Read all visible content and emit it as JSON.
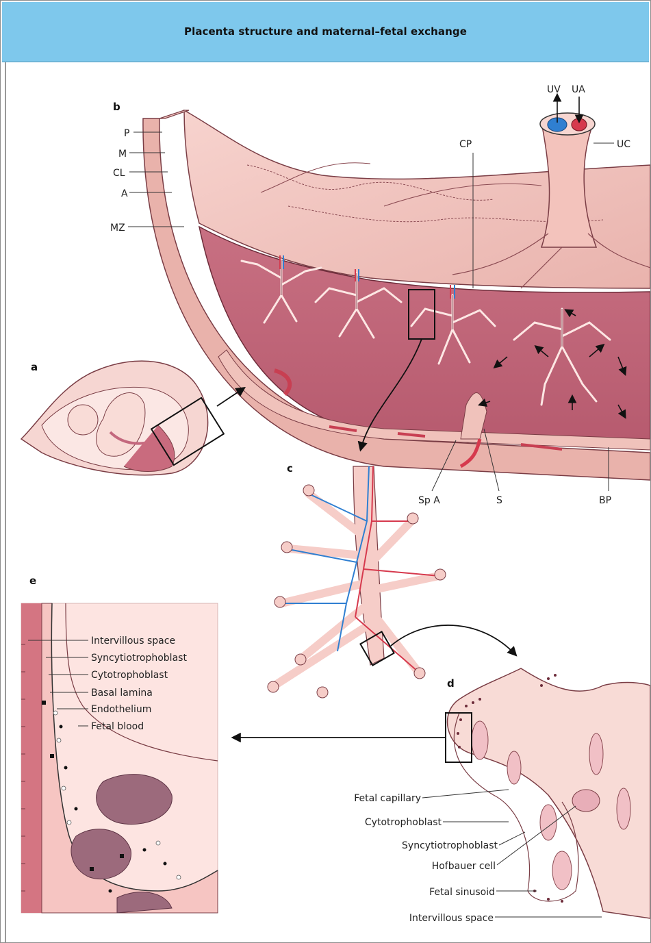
{
  "title": "Placenta structure and maternal–fetal exchange",
  "panels": {
    "a": "a",
    "b": "b",
    "c": "c",
    "d": "d",
    "e": "e"
  },
  "panel_b": {
    "layers": [
      "P",
      "M",
      "CL",
      "A",
      "MZ"
    ],
    "cord": {
      "uv": "UV",
      "ua": "UA",
      "uc": "UC"
    },
    "cp": "CP",
    "bottom": [
      "Sp A",
      "S",
      "BP"
    ]
  },
  "panel_d": [
    "Fetal capillary",
    "Cytotrophoblast",
    "Syncytiotrophoblast",
    "Hofbauer cell",
    "Fetal sinusoid",
    "Intervillous space"
  ],
  "panel_e": [
    "Intervillous space",
    "Syncytiotrophoblast",
    "Cytotrophoblast",
    "Basal lamina",
    "Endothelium",
    "Fetal blood"
  ],
  "colors": {
    "header": "#7ec8ec",
    "tissue": "#f4c9c4",
    "villus": "#c4687e",
    "artery": "#d6394d",
    "vein": "#2f7fd1"
  }
}
